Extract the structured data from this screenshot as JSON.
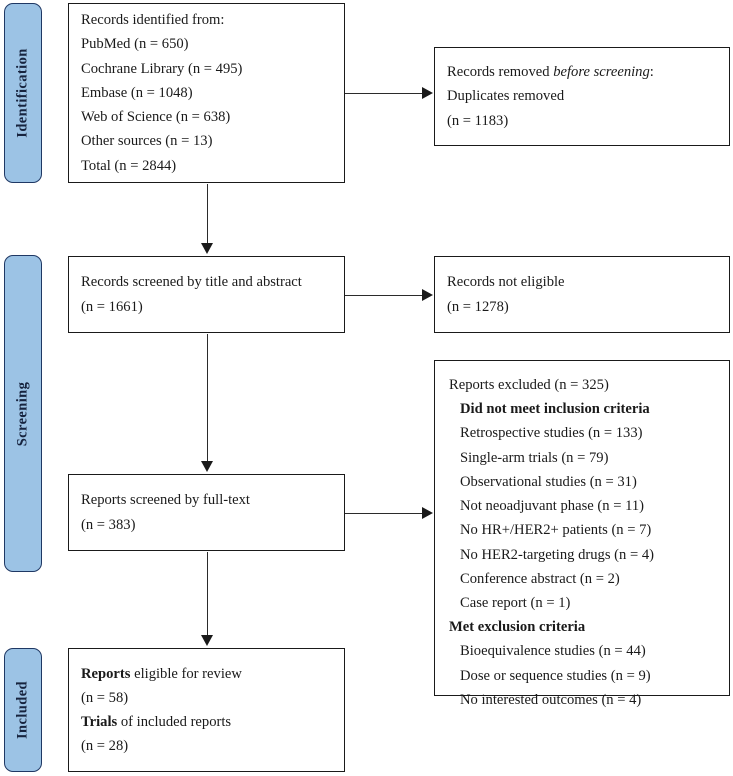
{
  "diagram": {
    "title": "PRISMA flow diagram",
    "accent_blue": "#9CC3E5",
    "accent_border": "#1F3864",
    "line_color": "#2b2b2b"
  },
  "stages": [
    {
      "id": "identification",
      "label": "Identification"
    },
    {
      "id": "screening",
      "label": "Screening"
    },
    {
      "id": "included",
      "label": "Included"
    }
  ],
  "boxes": {
    "identified": {
      "lines": [
        "Records identified from:",
        "PubMed (n = 650)",
        "Cochrane Library (n = 495)",
        "Embase (n = 1048)",
        "Web of Science (n = 638)",
        "Other sources (n = 13)",
        "Total (n = 2844)"
      ]
    },
    "duplicates": {
      "line1_prefix": "Records removed ",
      "line1_italic": "before screening",
      "line1_suffix": ":",
      "line2": "Duplicates removed",
      "line3": "(n = 1183)"
    },
    "screened_title_abstract": {
      "line1": "Records screened by title and abstract",
      "line2": "(n = 1661)"
    },
    "not_eligible": {
      "line1": "Records not eligible",
      "line2": "(n = 1278)"
    },
    "screened_fulltext": {
      "line1": "Reports screened by full-text",
      "line2": "(n = 383)"
    },
    "excluded": {
      "header": "Reports excluded (n = 325)",
      "group1_header": "Did not meet inclusion criteria",
      "group1_items": [
        "Retrospective studies (n = 133)",
        "Single-arm trials (n = 79)",
        "Observational studies (n = 31)",
        "Not neoadjuvant phase (n = 11)",
        "No HR+/HER2+ patients (n = 7)",
        "No HER2-targeting drugs (n = 4)",
        "Conference abstract (n = 2)",
        "Case report (n = 1)"
      ],
      "group2_header": "Met exclusion criteria",
      "group2_items": [
        "Bioequivalence studies (n = 44)",
        "Dose or sequence studies (n = 9)",
        "No interested outcomes (n = 4)"
      ]
    },
    "included": {
      "line1_bold": "Reports",
      "line1_rest": " eligible for review",
      "line2": "(n = 58)",
      "line3_bold": "Trials",
      "line3_rest": " of included reports",
      "line4": "(n = 28)"
    }
  }
}
